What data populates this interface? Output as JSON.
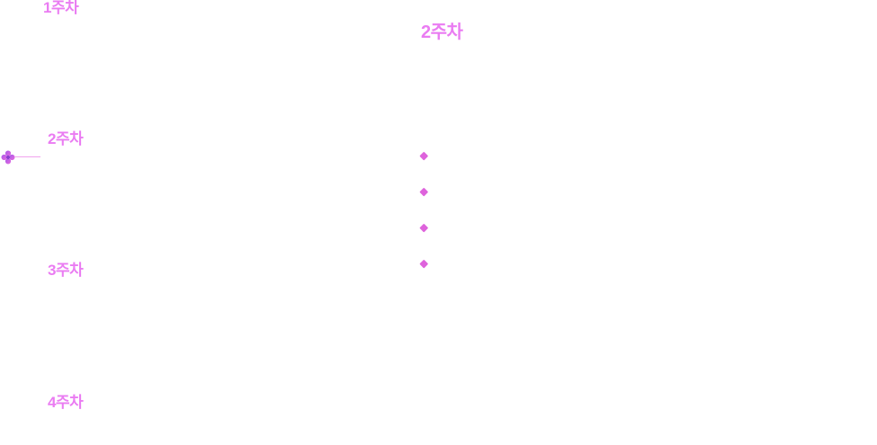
{
  "page": {
    "background_color": "#ffffff",
    "accent_color": "#ea7cf2",
    "bullet_color": "#de63dc",
    "marker_line_color": "#f2a4ee"
  },
  "timeline": {
    "weeks": [
      {
        "label": "1주차"
      },
      {
        "label": "2주차"
      },
      {
        "label": "3주차"
      },
      {
        "label": "4주차"
      }
    ],
    "marker_icon": "flower-icon",
    "active_week_index": 1
  },
  "main": {
    "heading": "2주차",
    "bullet_icon": "diamond-icon",
    "bullet_items": [
      {
        "text": ""
      },
      {
        "text": ""
      },
      {
        "text": ""
      },
      {
        "text": ""
      }
    ]
  }
}
